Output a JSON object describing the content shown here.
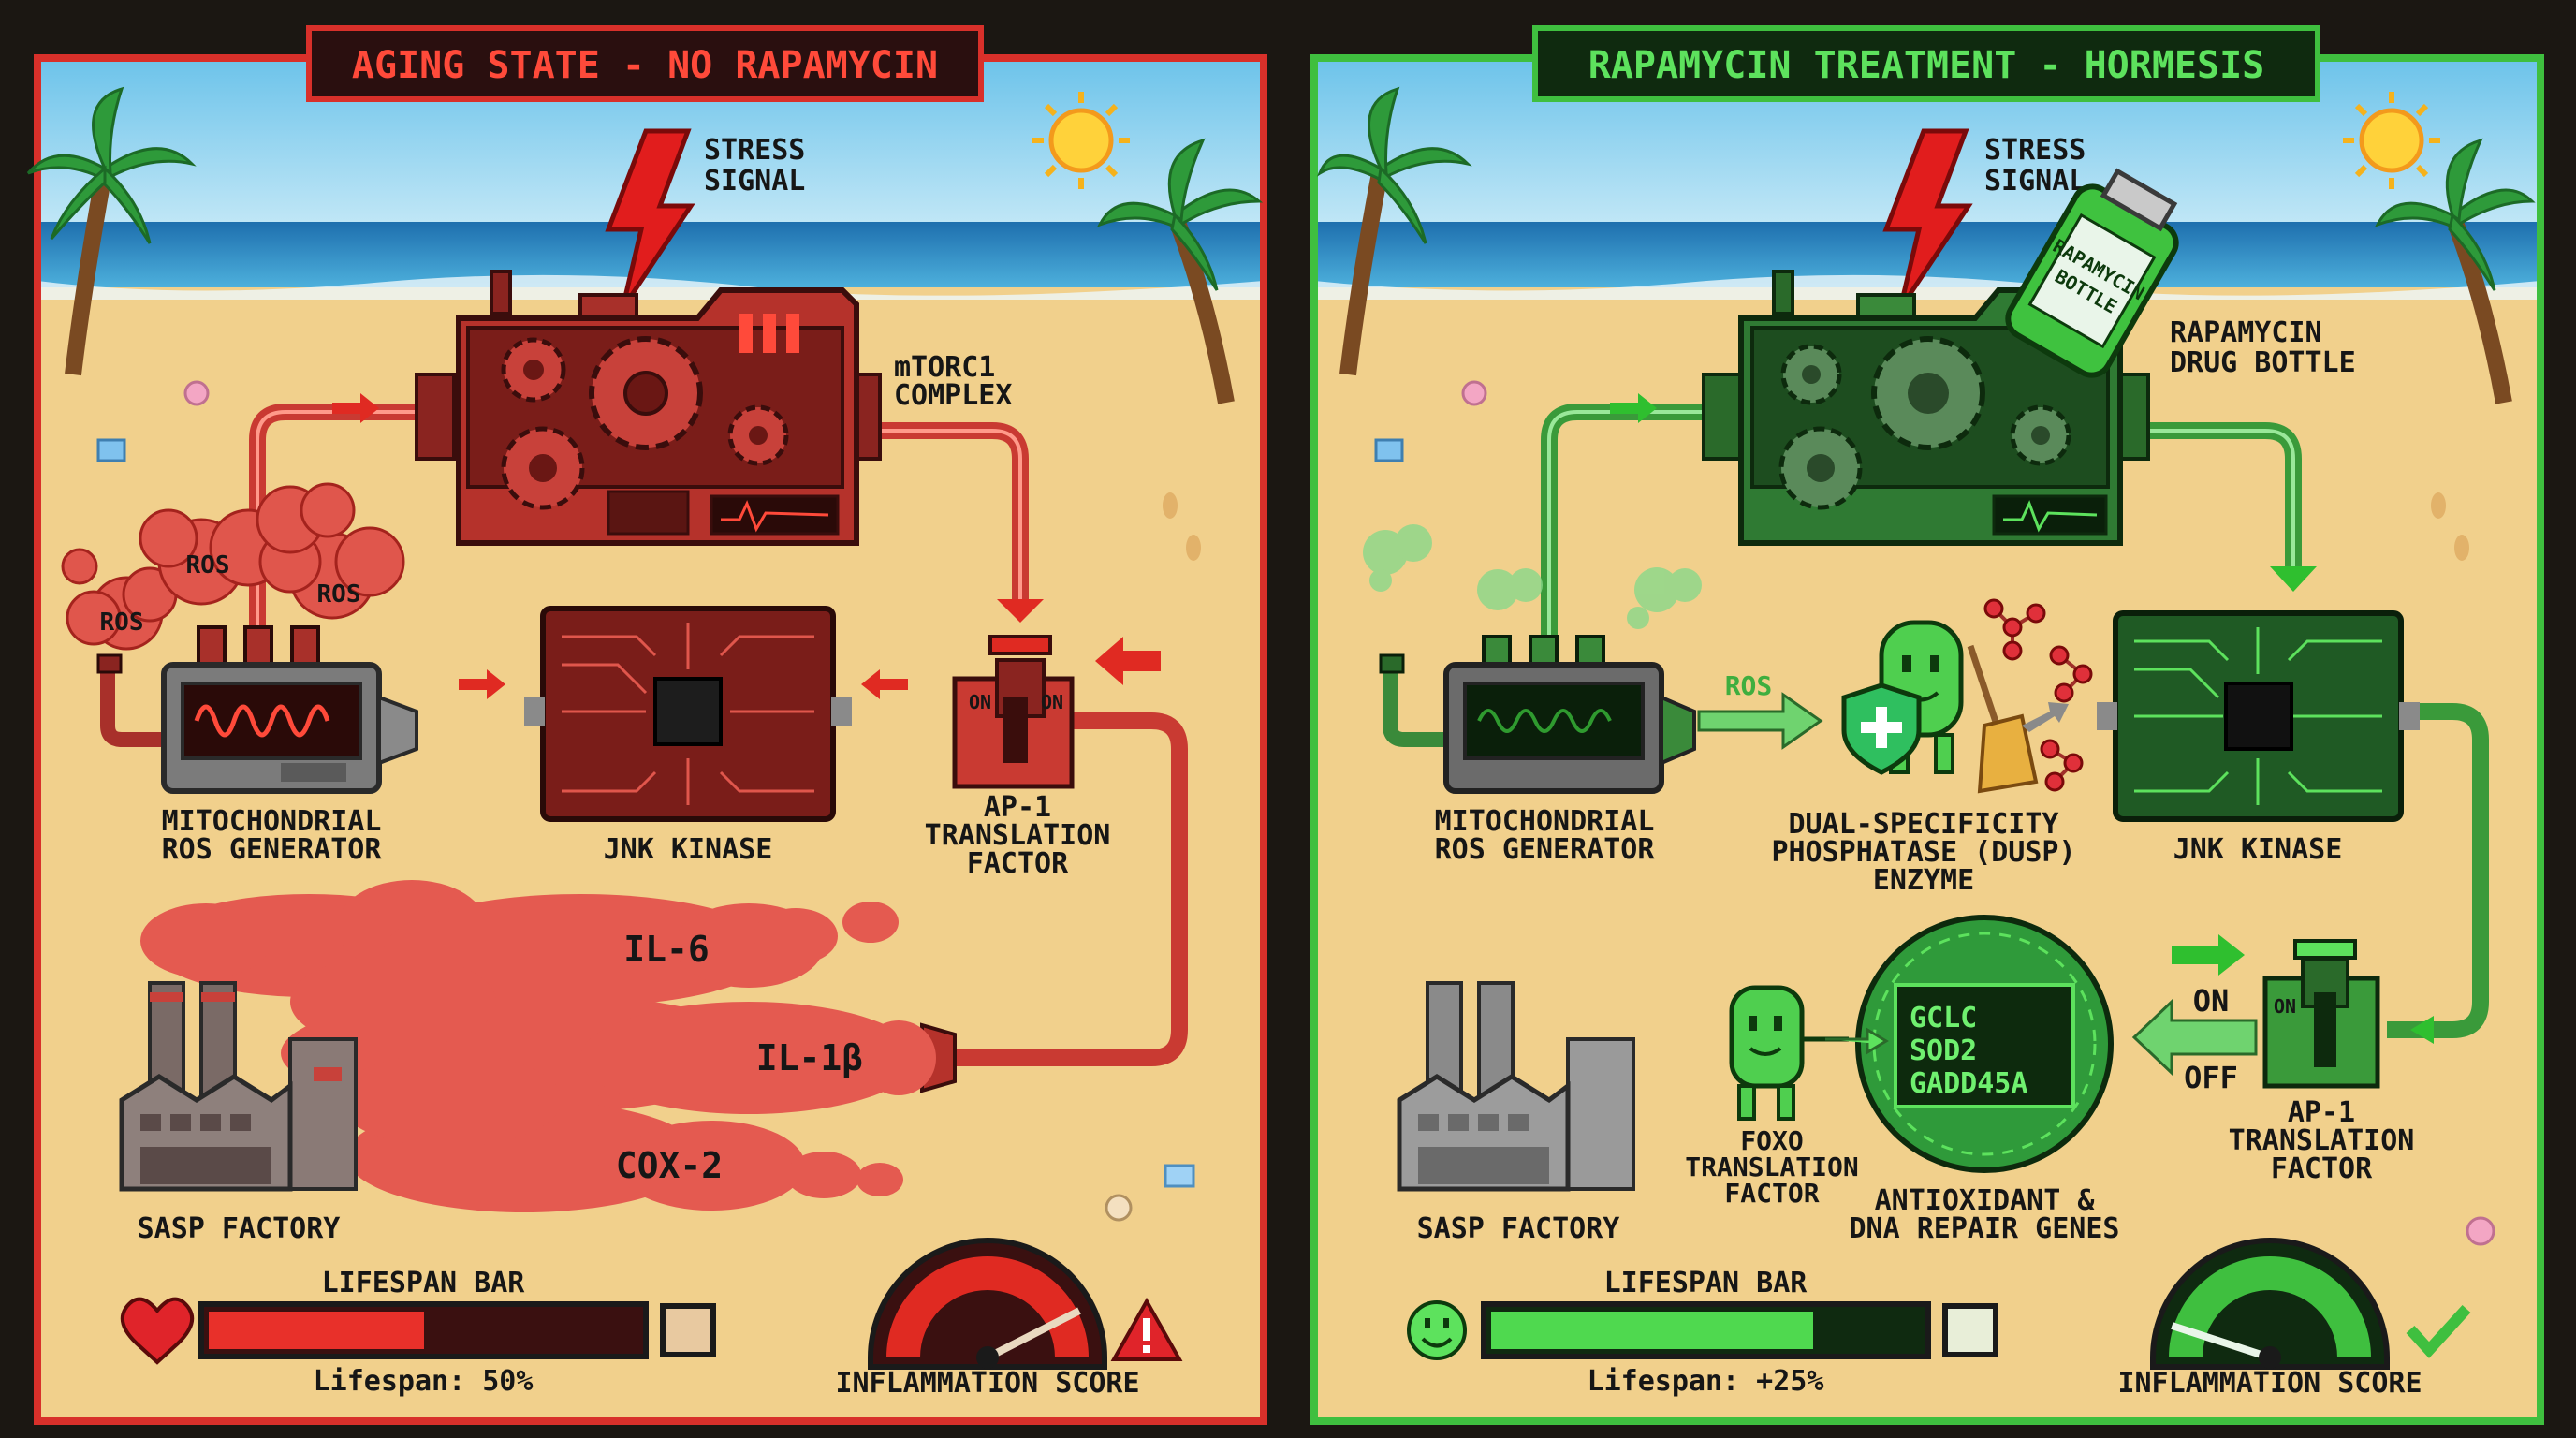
{
  "left_panel": {
    "title": "AGING STATE - NO RAPAMYCIN",
    "stress_signal": [
      "STRESS",
      "SIGNAL"
    ],
    "mtorc1": [
      "mTORC1",
      "COMPLEX"
    ],
    "ros_clouds": [
      "ROS",
      "ROS",
      "ROS"
    ],
    "mito_label": [
      "MITOCHONDRIAL",
      "ROS GENERATOR"
    ],
    "jnk_label": "JNK KINASE",
    "ap1_label": [
      "AP-1",
      "TRANSLATION",
      "FACTOR"
    ],
    "switch_on_left": "ON",
    "switch_on_right": "ON",
    "cytokines": [
      "IL-6",
      "IL-1β",
      "COX-2"
    ],
    "sasp_label": "SASP FACTORY",
    "lifespan_title": "LIFESPAN BAR",
    "lifespan_text": "Lifespan: 50%",
    "lifespan_fraction": 0.5,
    "inflammation_label": "INFLAMMATION SCORE",
    "inflammation_level": 0.85
  },
  "right_panel": {
    "title": "RAPAMYCIN TREATMENT - HORMESIS",
    "stress_signal": [
      "STRESS",
      "SIGNAL"
    ],
    "bottle_text": [
      "RAPAMYCIN",
      "BOTTLE"
    ],
    "bottle_label": [
      "RAPAMYCIN",
      "DRUG BOTTLE"
    ],
    "ros_arrow": "ROS",
    "mito_label": [
      "MITOCHONDRIAL",
      "ROS GENERATOR"
    ],
    "dusp_label": [
      "DUAL-SPECIFICITY",
      "PHOSPHATASE (DUSP)",
      "ENZYME"
    ],
    "jnk_label": "JNK KINASE",
    "switch_on": "ON",
    "switch_off": "OFF",
    "switch_small": "ON",
    "ap1_label": [
      "AP-1",
      "TRANSLATION",
      "FACTOR"
    ],
    "genes": [
      "GCLC",
      "SOD2",
      "GADD45A"
    ],
    "gene_label": [
      "ANTIOXIDANT &",
      "DNA REPAIR GENES"
    ],
    "foxo_label": [
      "FOXO",
      "TRANSLATION",
      "FACTOR"
    ],
    "sasp_label": "SASP FACTORY",
    "lifespan_title": "LIFESPAN BAR",
    "lifespan_text": "Lifespan: +25%",
    "lifespan_fraction": 0.75,
    "inflammation_label": "INFLAMMATION SCORE",
    "inflammation_level": 0.1
  },
  "colors": {
    "red": "#d8302a",
    "green": "#3fbf3f",
    "sand": "#f1d08c",
    "sky": "#8fd0ec",
    "sea": "#2f8fc8"
  },
  "icons": [
    "lightning-bolt-icon",
    "gear-icon",
    "heart-icon",
    "smiley-icon",
    "warning-icon",
    "checkmark-icon",
    "sun-icon",
    "palm-tree-icon",
    "broom-icon"
  ]
}
